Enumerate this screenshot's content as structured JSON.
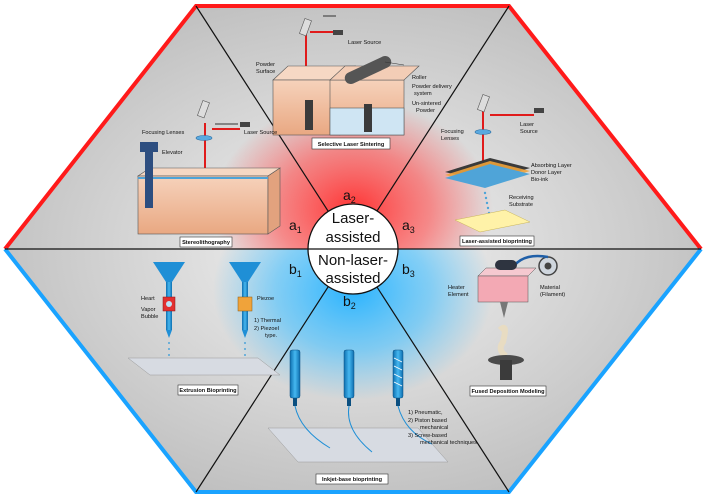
{
  "center": {
    "top_label": "Laser-assisted",
    "top_label_line1": "Laser-",
    "top_label_line2": "assisted",
    "bottom_label_line1": "Non-laser-",
    "bottom_label_line2": "assisted"
  },
  "segment_markers": {
    "a1": "a1",
    "a2": "a2",
    "a3": "a3",
    "b1": "b1",
    "b2": "b2",
    "b3": "b3"
  },
  "panels": {
    "sls": {
      "caption": "Selective Laser Sintering",
      "labels": {
        "laser_source": "Laser Source",
        "powder_surface_1": "Powder",
        "powder_surface_2": "Surface",
        "roller": "Roller",
        "powder_delivery_1": "Powder delivery",
        "powder_delivery_2": "system",
        "unsintered_1": "Un-sintered",
        "unsintered_2": "Powder"
      }
    },
    "sla": {
      "caption": "Stereolithography",
      "labels": {
        "focusing_lenses": "Focusing Lenses",
        "laser_source": "Laser Source",
        "elevator": "Elevator"
      }
    },
    "lab": {
      "caption": "Laser-assisted bioprinting",
      "labels": {
        "laser_source_1": "Laser",
        "laser_source_2": "Source",
        "focusing_1": "Focusing",
        "focusing_2": "Lenses",
        "absorbing": "Absorbing Layer",
        "donor": "Donor Layer",
        "bioink": "Bio-ink",
        "receiving_1": "Receiving",
        "receiving_2": "Substrate"
      }
    },
    "extrusion": {
      "caption": "Extrusion Bioprinting",
      "labels": {
        "heart": "Heart",
        "vapor_1": "Vapor",
        "vapor_2": "Bubble",
        "piezoe": "Piezoe",
        "type_1": "1)  Thermal",
        "type_2": "2)  Piezoel",
        "type_3": "type."
      }
    },
    "fdm": {
      "caption": "Fused Deposition Modeling",
      "labels": {
        "heater_1": "Heater",
        "heater_2": "Element",
        "material_1": "Material",
        "material_2": "(Filament)"
      }
    },
    "inkjet": {
      "caption": "Inkjet-base bioprinting",
      "labels": {
        "m1": "1)  Pneumatic,",
        "m2": "2)   Piston based",
        "m3": "mechanical",
        "m4": "3)  Screw-based",
        "m5": "mechanical techniques"
      }
    }
  },
  "colors": {
    "laser_glow": "#ff1a1a",
    "non_laser_glow": "#1aa3ff",
    "panel_bg": "#d8d8d8",
    "laser_beam": "#e01b1b",
    "box_fill": "#f2c6a8",
    "nozzle_blue": "#1f8fd6"
  }
}
